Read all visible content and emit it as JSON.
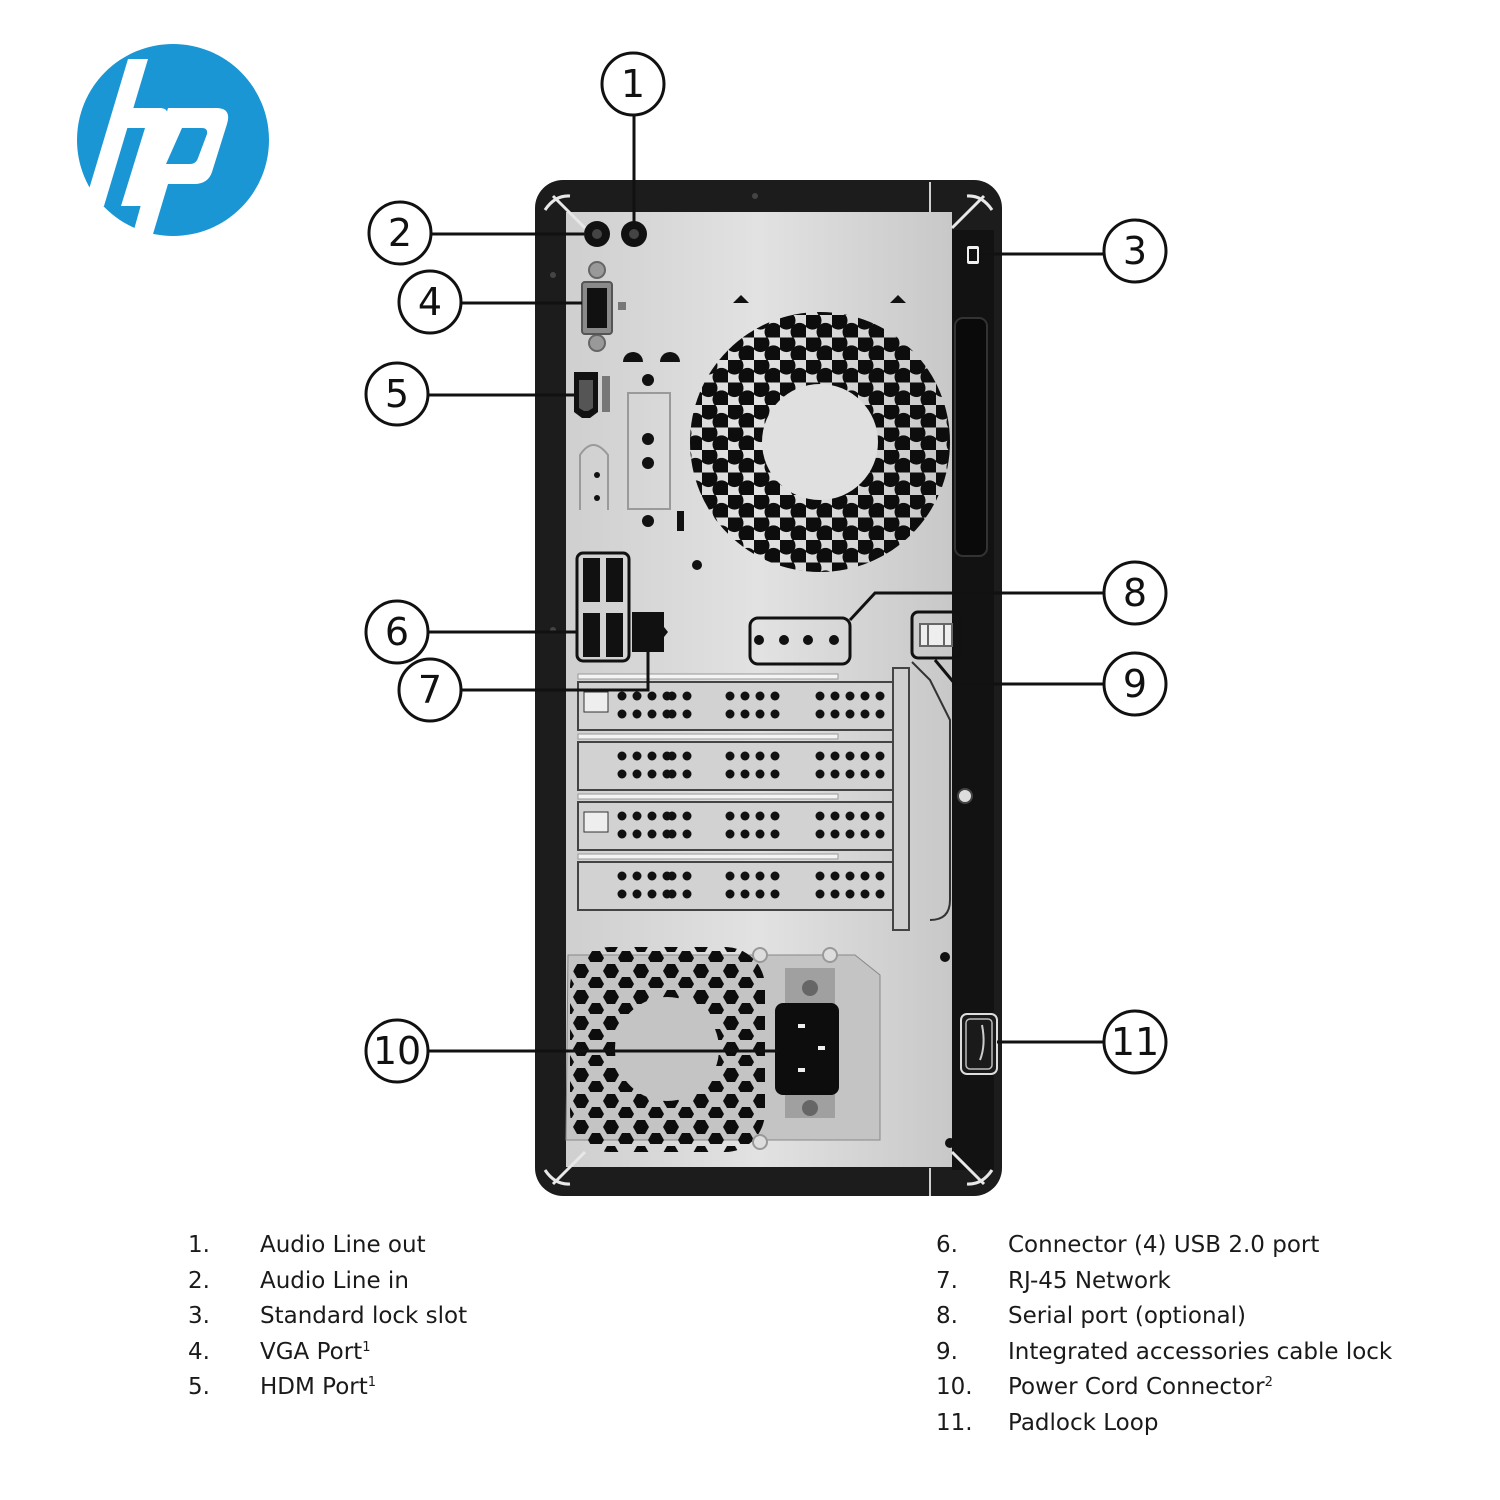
{
  "brand": {
    "logo_text": "hp",
    "logo_color": "#1a96d4"
  },
  "diagram": {
    "subject": "Desktop tower rear panel",
    "chassis_color": "#1c1c1c",
    "panel_color": "#d9d9d9",
    "callouts": [
      {
        "n": "1",
        "target": "audio-line-out"
      },
      {
        "n": "2",
        "target": "audio-line-in"
      },
      {
        "n": "3",
        "target": "standard-lock-slot"
      },
      {
        "n": "4",
        "target": "vga-port"
      },
      {
        "n": "5",
        "target": "hdmi-port"
      },
      {
        "n": "6",
        "target": "usb-ports"
      },
      {
        "n": "7",
        "target": "rj45-port"
      },
      {
        "n": "8",
        "target": "serial-port"
      },
      {
        "n": "9",
        "target": "cable-lock"
      },
      {
        "n": "10",
        "target": "power-connector"
      },
      {
        "n": "11",
        "target": "padlock-loop"
      }
    ]
  },
  "legend": {
    "left": [
      {
        "num": "1.",
        "label": "Audio Line out",
        "sup": ""
      },
      {
        "num": "2.",
        "label": "Audio Line in",
        "sup": ""
      },
      {
        "num": "3.",
        "label": "Standard lock slot",
        "sup": ""
      },
      {
        "num": "4.",
        "label": "VGA Port",
        "sup": "1"
      },
      {
        "num": "5.",
        "label": "HDM Port",
        "sup": "1"
      }
    ],
    "right": [
      {
        "num": "6.",
        "label": "Connector (4) USB 2.0 port",
        "sup": ""
      },
      {
        "num": "7.",
        "label": "RJ-45 Network",
        "sup": ""
      },
      {
        "num": "8.",
        "label": "Serial port (optional)",
        "sup": ""
      },
      {
        "num": "9.",
        "label": "Integrated accessories cable lock",
        "sup": ""
      },
      {
        "num": "10.",
        "label": "Power Cord Connector",
        "sup": "2"
      },
      {
        "num": "11.",
        "label": "Padlock Loop",
        "sup": ""
      }
    ]
  }
}
